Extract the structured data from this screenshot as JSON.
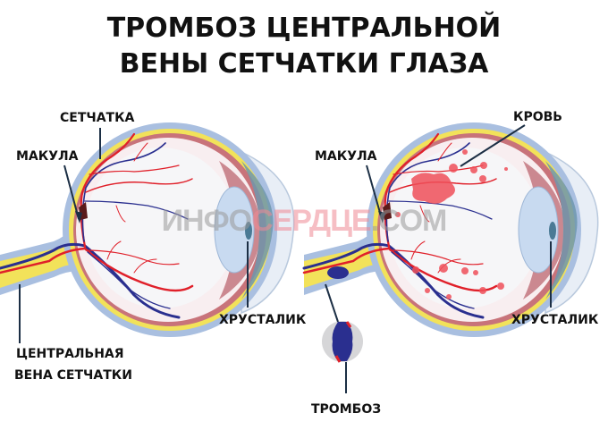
{
  "title": {
    "line1": "ТРОМБОЗ ЦЕНТРАЛЬНОЙ",
    "line2": "ВЕНЫ СЕТЧАТКИ ГЛАЗА"
  },
  "left_eye": {
    "labels": {
      "retina": "СЕТЧАТКА",
      "macula": "МАКУЛА",
      "lens": "ХРУСТАЛИК",
      "vein_line1": "ЦЕНТРАЛЬНАЯ",
      "vein_line2": "ВЕНА СЕТЧАТКИ"
    }
  },
  "right_eye": {
    "labels": {
      "blood": "КРОВЬ",
      "macula": "МАКУЛА",
      "lens": "ХРУСТАЛИК",
      "thrombus": "ТРОМБОЗ"
    }
  },
  "watermark": {
    "part1": "ИНФО",
    "part2": "СЕРДЦЕ",
    "part3": ".COM"
  },
  "colors": {
    "artery": "#e0202a",
    "vein": "#2a2f8f",
    "sclera": "#a9bfe0",
    "retina": "#f2e25a",
    "choroid": "#c8737a",
    "blood_spots": "#f0505a",
    "watermark_gray": "#9a9a9a",
    "watermark_pink": "#f08a95"
  }
}
